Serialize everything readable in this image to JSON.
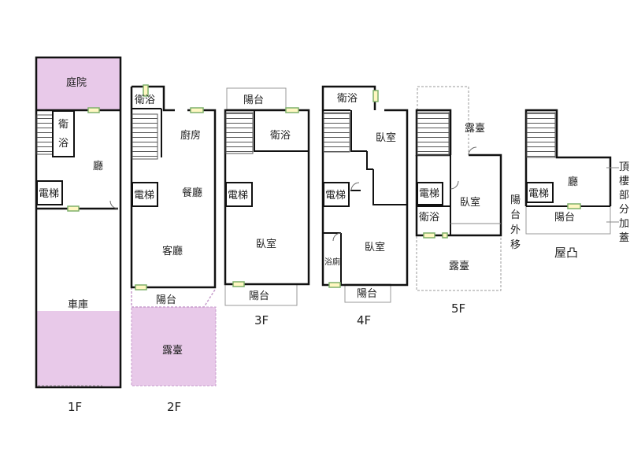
{
  "floors": {
    "f1": {
      "name": "1F",
      "rooms": {
        "courtyard": "庭院",
        "bath": "衛浴",
        "hall": "廳",
        "elevator": "電梯",
        "garage": "車庫"
      }
    },
    "f2": {
      "name": "2F",
      "rooms": {
        "bath": "衛浴",
        "kitchen": "廚房",
        "dining": "餐廳",
        "elevator": "電梯",
        "living": "客廳",
        "balcony": "陽台",
        "terrace": "露臺"
      }
    },
    "f3": {
      "name": "3F",
      "rooms": {
        "balcony_top": "陽台",
        "bath": "衛浴",
        "elevator": "電梯",
        "bedroom": "臥室",
        "balcony_bottom": "陽台"
      }
    },
    "f4": {
      "name": "4F",
      "rooms": {
        "bath": "衛浴",
        "bedroom_top": "臥室",
        "elevator": "電梯",
        "bath_small": "浴廁",
        "bedroom_bottom": "臥室",
        "balcony": "陽台"
      }
    },
    "f5": {
      "name": "5F",
      "rooms": {
        "terrace_top": "露臺",
        "elevator": "電梯",
        "bedroom": "臥室",
        "bath": "衛浴",
        "terrace_bottom": "露臺"
      },
      "note": [
        "陽",
        "台",
        "外",
        "移"
      ]
    },
    "roof": {
      "name": "屋凸",
      "rooms": {
        "elevator": "電梯",
        "hall": "廳",
        "balcony": "陽台"
      },
      "note": [
        "頂",
        "樓",
        "部",
        "分",
        "加",
        "蓋"
      ]
    }
  },
  "colors": {
    "wall": "#111111",
    "shade": "#e8c9e9",
    "shade_border": "#c79ccc",
    "dash": "#999999",
    "door": "#7fb06b",
    "door_fill": "#fff7c2"
  }
}
